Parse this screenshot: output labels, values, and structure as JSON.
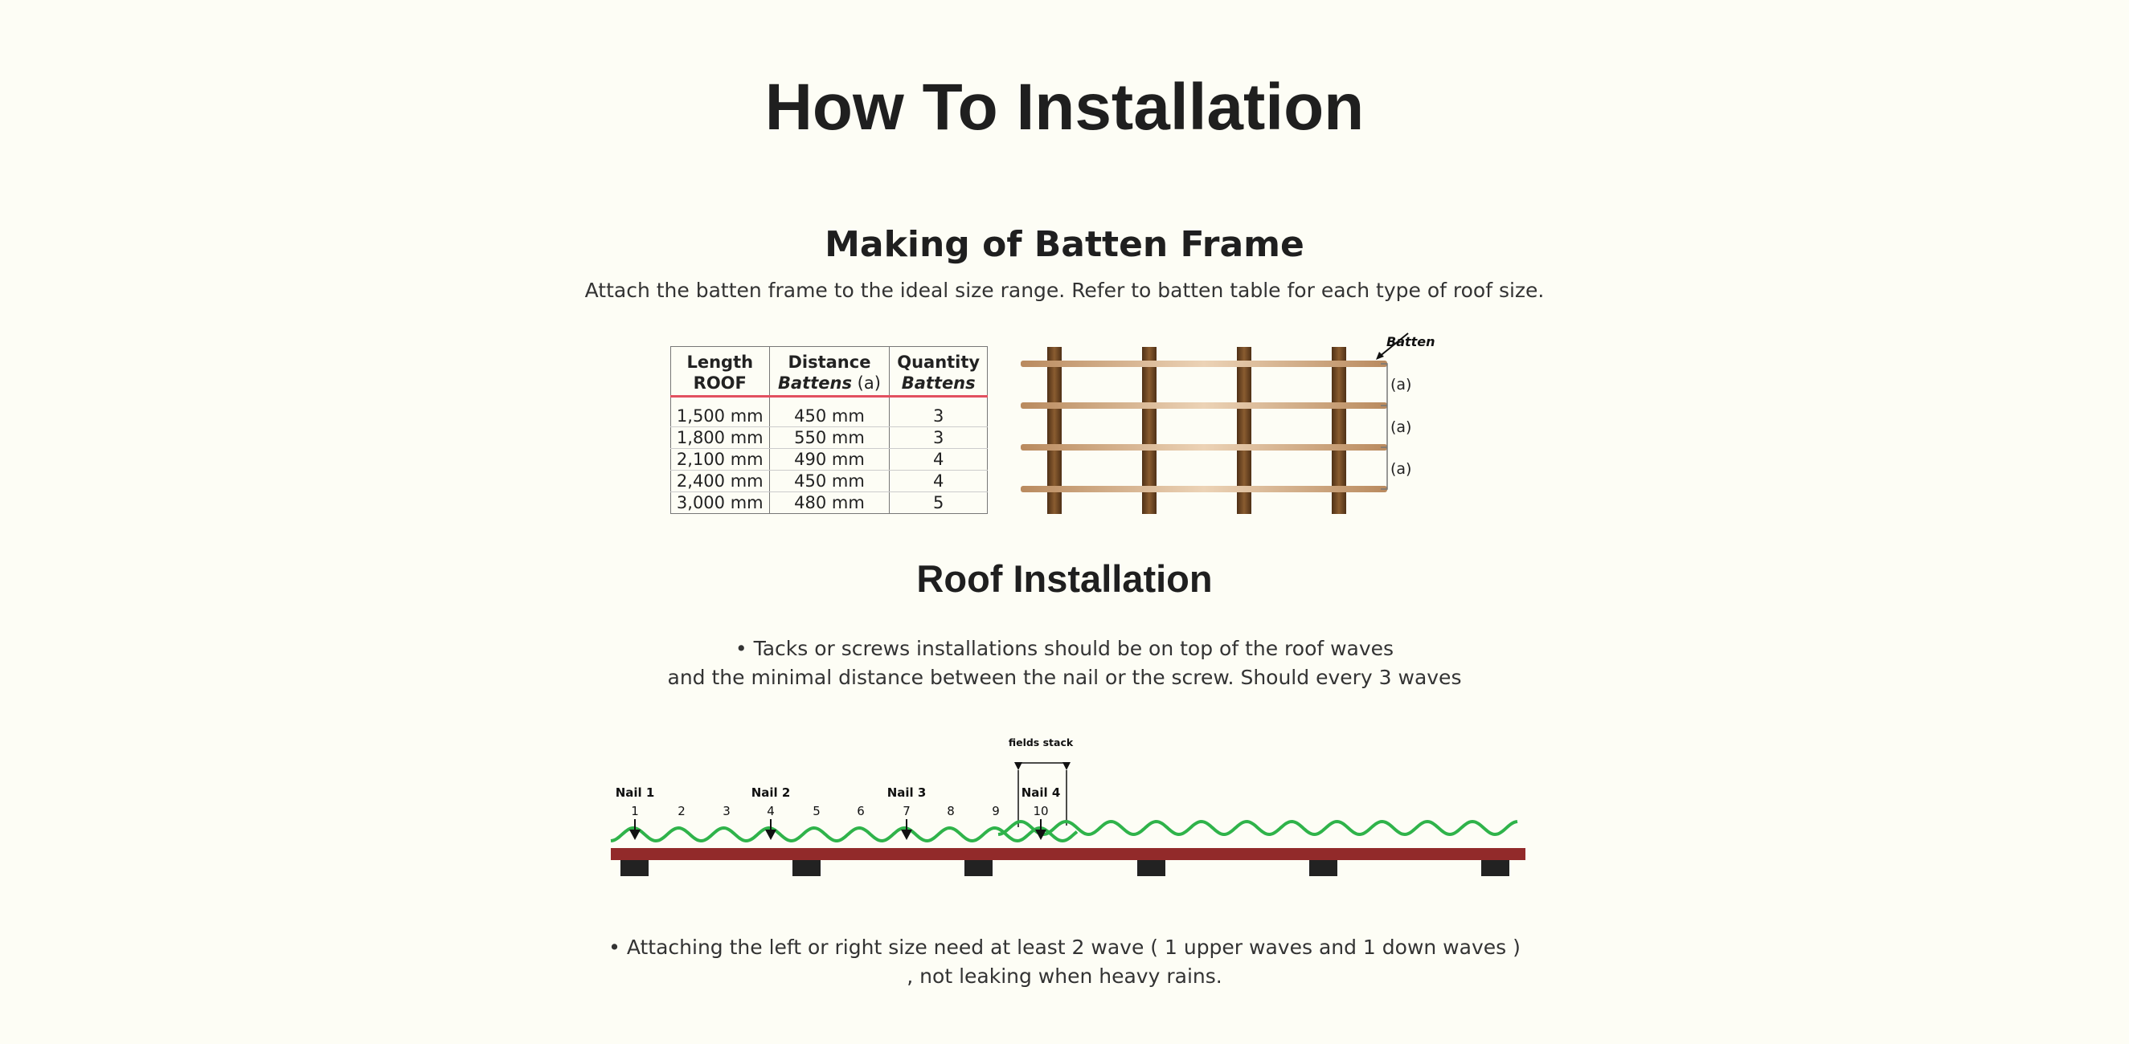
{
  "page_title": "How To Installation",
  "batten_section": {
    "title": "Making of Batten Frame",
    "description": "Attach the batten frame to the ideal size range. Refer to batten table for each type of roof size.",
    "table": {
      "headers": [
        {
          "line1": "Length",
          "line2": "ROOF",
          "unit": ""
        },
        {
          "line1": "Distance",
          "line2": "Battens",
          "unit": " (a)"
        },
        {
          "line1": "Quantity",
          "line2": "Battens",
          "unit": ""
        }
      ],
      "rows": [
        [
          "1,500 mm",
          "450 mm",
          "3"
        ],
        [
          "1,800 mm",
          "550 mm",
          "3"
        ],
        [
          "2,100 mm",
          "490 mm",
          "4"
        ],
        [
          "2,400 mm",
          "450 mm",
          "4"
        ],
        [
          "3,000 mm",
          "480 mm",
          "5"
        ]
      ]
    },
    "diagram": {
      "batten_label": "Batten",
      "spacing_labels": [
        "(a)",
        "(a)",
        "(a)"
      ],
      "colors": {
        "batten": "#c9a27a",
        "post": "#6e4a26"
      }
    }
  },
  "roof_section": {
    "title": "Roof Installation",
    "bullet1_line1": "• Tacks or screws installations should be on top of the roof waves",
    "bullet1_line2": "and the minimal distance between the nail or the screw. Should every 3 waves",
    "diagram": {
      "nail_labels": [
        "Nail 1",
        "Nail 2",
        "Nail 3",
        "Nail 4"
      ],
      "wave_numbers": [
        "1",
        "2",
        "3",
        "4",
        "5",
        "6",
        "7",
        "8",
        "9",
        "10"
      ],
      "stack_label": "fields stack",
      "colors": {
        "wave": "#2fb34a",
        "base": "#922a2a",
        "block": "#222222"
      }
    },
    "bullet2_line1": "• Attaching the left or right size need at least 2 wave ( 1 upper waves and 1 down waves )",
    "bullet2_line2": ", not leaking when heavy rains."
  }
}
